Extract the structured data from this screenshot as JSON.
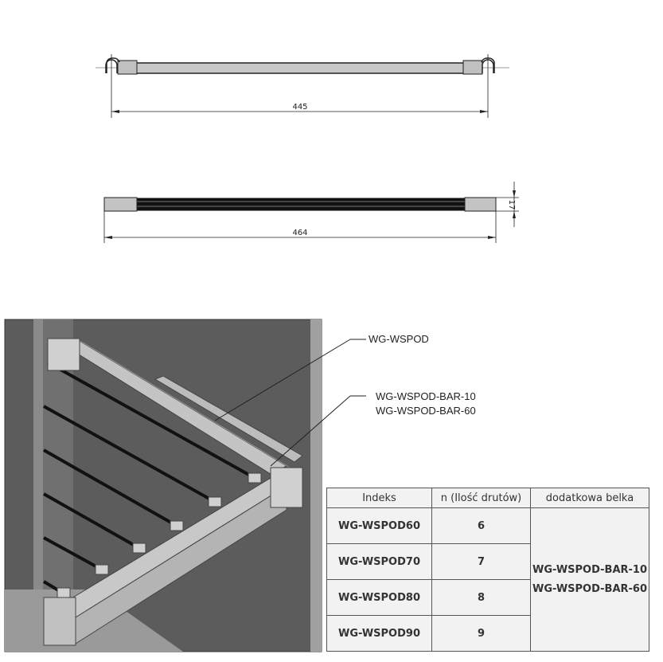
{
  "drawing_top": {
    "dimension": "445"
  },
  "drawing_bottom": {
    "dimension": "464",
    "height_dimension": "17"
  },
  "callouts": {
    "main": "WG-WSPOD",
    "bar_1": "WG-WSPOD-BAR-10",
    "bar_2": "WG-WSPOD-BAR-60"
  },
  "table": {
    "headers": [
      "Indeks",
      "n  (Ilość drutów)",
      "dodatkowa belka"
    ],
    "rows": [
      {
        "index": "WG-WSPOD60",
        "n": "6"
      },
      {
        "index": "WG-WSPOD70",
        "n": "7"
      },
      {
        "index": "WG-WSPOD80",
        "n": "8"
      },
      {
        "index": "WG-WSPOD90",
        "n": "9"
      }
    ],
    "extra_beam": [
      "WG-WSPOD-BAR-10",
      "WG-WSPOD-BAR-60"
    ]
  }
}
